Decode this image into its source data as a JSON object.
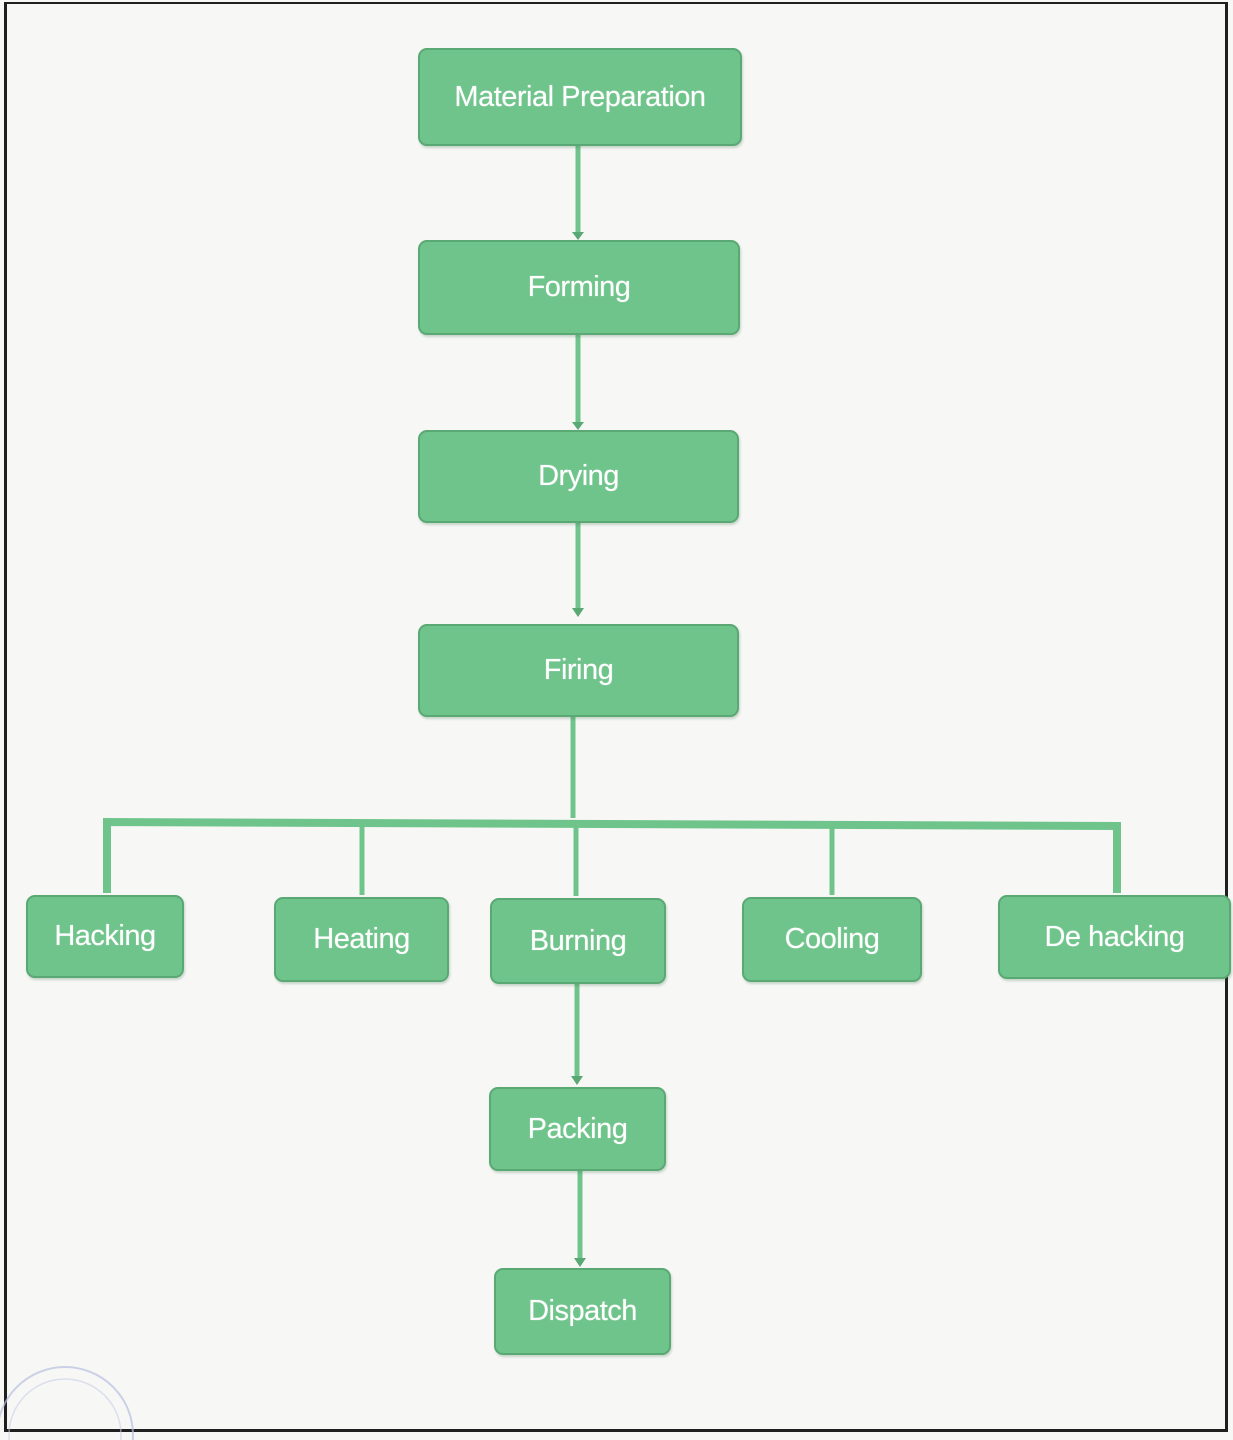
{
  "diagram": {
    "nodes": {
      "material_preparation": "Material Preparation",
      "forming": "Forming",
      "drying": "Drying",
      "firing": "Firing",
      "hacking": "Hacking",
      "heating": "Heating",
      "burning": "Burning",
      "cooling": "Cooling",
      "de_hacking": "De hacking",
      "packing": "Packing",
      "dispatch": "Dispatch"
    },
    "edges": [
      [
        "material_preparation",
        "forming"
      ],
      [
        "forming",
        "drying"
      ],
      [
        "drying",
        "firing"
      ],
      [
        "firing",
        "hacking"
      ],
      [
        "firing",
        "heating"
      ],
      [
        "firing",
        "burning"
      ],
      [
        "firing",
        "cooling"
      ],
      [
        "firing",
        "de_hacking"
      ],
      [
        "burning",
        "packing"
      ],
      [
        "packing",
        "dispatch"
      ]
    ],
    "colors": {
      "node_fill": "#6fc48b",
      "node_border": "#5aa874",
      "connector": "#6fc48b",
      "label": "#ffffff"
    }
  }
}
